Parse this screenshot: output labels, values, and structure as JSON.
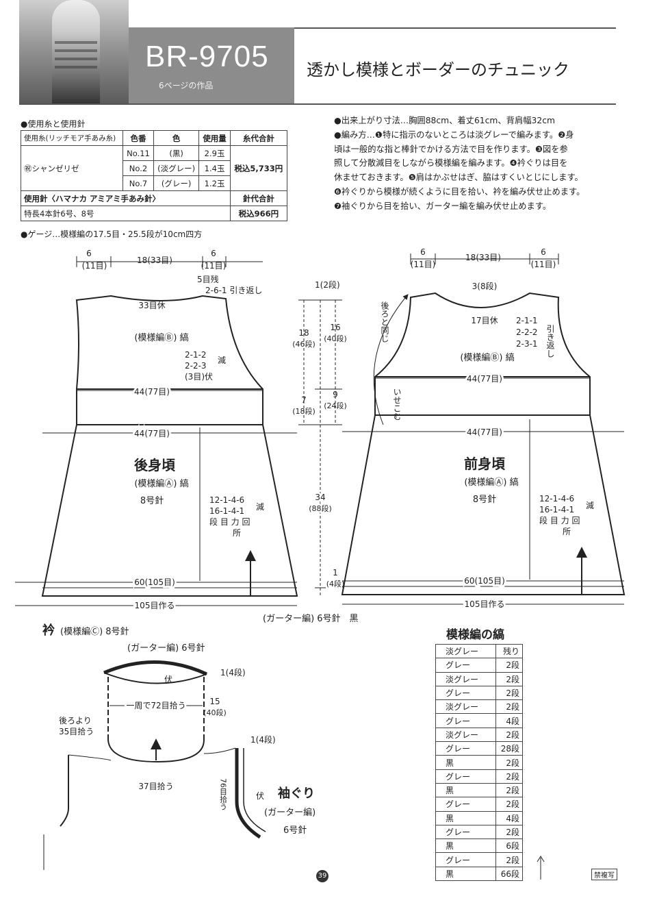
{
  "header": {
    "code": "BR-9705",
    "subcode": "6ページの作品",
    "title": "透かし模様とボーダーのチュニック"
  },
  "yarn": {
    "section_label": "●使用糸と使用針",
    "head_yarn": "使用糸(リッチモア手あみ糸)",
    "head_color_no": "色番",
    "head_color": "色",
    "head_amount": "使用量",
    "head_total": "糸代合計",
    "yarn_name": "㊗シャンゼリゼ",
    "rows": [
      {
        "no": "No.11",
        "color": "(黒)",
        "amount": "2.9玉"
      },
      {
        "no": "No.2",
        "color": "(淡グレー)",
        "amount": "1.4玉"
      },
      {
        "no": "No.7",
        "color": "(グレー)",
        "amount": "1.2玉"
      }
    ],
    "yarn_total": "税込5,733円",
    "needle_label": "使用針〈ハマナカ アミアミ手あみ針〉",
    "needle_total_label": "針代合計",
    "needle_spec": "特長4本針6号、8号",
    "needle_total": "税込966円"
  },
  "gauge": "●ゲージ…模様編の17.5目・25.5段が10cm四方",
  "method": [
    "●出来上がり寸法…胸囲88cm、着丈61cm、背肩幅32cm",
    "●編み方…❶特に指示のないところは淡グレーで編みます。❷身",
    "頃は一般的な指と棒針でかける方法で目を作ります。❸図を参",
    "照して分散減目をしながら模様編を編みます。❹衿ぐりは目を",
    "休ませておきます。❺肩はかぶせはぎ、脇はすくいとじにします。",
    "❻衿ぐりから模様が続くように目を拾い、衿を編み伏せ止めます。",
    "❼袖ぐりから目を拾い、ガーター編を編み伏せ止めます。"
  ],
  "back": {
    "top_dims": [
      "6",
      "(11目)",
      "18(33目)",
      "6",
      "(11目)"
    ],
    "shoulder_note": [
      "5目残",
      "2-6-1 引き返し"
    ],
    "neck_rest": "33目休",
    "stripe_b": "(模様編Ⓑ) 縞",
    "armhole_dec": [
      "2-1-2",
      "2-2-3",
      "(3目)伏"
    ],
    "dec_label": "減",
    "yoke_width": "44(77目)",
    "body_top_width": "44(77目)",
    "name": "後身頃",
    "pattern_a": "(模様編Ⓐ) 縞",
    "needle": "8号針",
    "body_dec": [
      "12-1-4-6",
      "16-1-4-1",
      "段 目 力 回",
      "所"
    ],
    "body_dec_label": "減",
    "hem_width": "60(105目)",
    "cast_on": "105目作る"
  },
  "center": {
    "top_rows": "1(2段)",
    "yoke_total": [
      "18",
      "(46段)"
    ],
    "yoke_upper": [
      "16",
      "(40段)"
    ],
    "yoke_lower_total": [
      "7",
      "(18段)"
    ],
    "yoke_lower": [
      "9",
      "(24段)"
    ],
    "body_len": [
      "34",
      "(88段)"
    ],
    "hem_rows": [
      "1",
      "(4段)"
    ],
    "garter_note": "(ガーター編) 6号針　黒"
  },
  "front": {
    "top_dims": [
      "6",
      "(11目)",
      "18(33目)",
      "6",
      "(11目)"
    ],
    "neck_depth": "3(8段)",
    "same_as_back": "後ろと同じ",
    "neck_rest": "17目休",
    "neck_dec": [
      "2-1-1",
      "2-2-2",
      "2-3-1"
    ],
    "hikikaeshi": "引き返し",
    "stripe_b": "(模様編Ⓑ) 縞",
    "yoke_width": "44(77目)",
    "isekomu": "いせこむ",
    "body_top_width": "44(77目)",
    "name": "前身頃",
    "pattern_a": "(模様編Ⓐ) 縞",
    "needle": "8号針",
    "body_dec": [
      "12-1-4-6",
      "16-1-4-1",
      "段 目 力 回",
      "所"
    ],
    "body_dec_label": "減",
    "hem_width": "60(105目)",
    "cast_on": "105目作る"
  },
  "collar": {
    "title": "衿",
    "pattern": "(模様編Ⓒ) 8号針",
    "garter": "(ガーター編) 6号針",
    "bind": "伏",
    "rows": "1(4段)",
    "round_pick": "一周で72目拾う",
    "length": [
      "15",
      "(40段)"
    ],
    "back_pick": [
      "後ろより",
      "35目拾う"
    ],
    "front_pick": "37目拾う"
  },
  "armhole": {
    "rows": "1(4段)",
    "pick": "76目拾う",
    "bind": "伏",
    "title": "袖ぐり",
    "garter": "(ガーター編)",
    "needle": "6号針"
  },
  "stripes": {
    "title": "模様編の縞",
    "rows": [
      {
        "color": "淡グレー",
        "rows": "残り"
      },
      {
        "color": "グレー",
        "rows": "2段"
      },
      {
        "color": "淡グレー",
        "rows": "2段"
      },
      {
        "color": "グレー",
        "rows": "2段"
      },
      {
        "color": "淡グレー",
        "rows": "2段"
      },
      {
        "color": "グレー",
        "rows": "4段"
      },
      {
        "color": "淡グレー",
        "rows": "2段"
      },
      {
        "color": "グレー",
        "rows": "28段"
      },
      {
        "color": "黒",
        "rows": "2段"
      },
      {
        "color": "グレー",
        "rows": "2段"
      },
      {
        "color": "黒",
        "rows": "2段"
      },
      {
        "color": "グレー",
        "rows": "2段"
      },
      {
        "color": "黒",
        "rows": "4段"
      },
      {
        "color": "グレー",
        "rows": "2段"
      },
      {
        "color": "黒",
        "rows": "6段"
      },
      {
        "color": "グレー",
        "rows": "2段"
      },
      {
        "color": "黒",
        "rows": "66段"
      }
    ]
  },
  "page_number": "39",
  "copyright": "禁複写"
}
